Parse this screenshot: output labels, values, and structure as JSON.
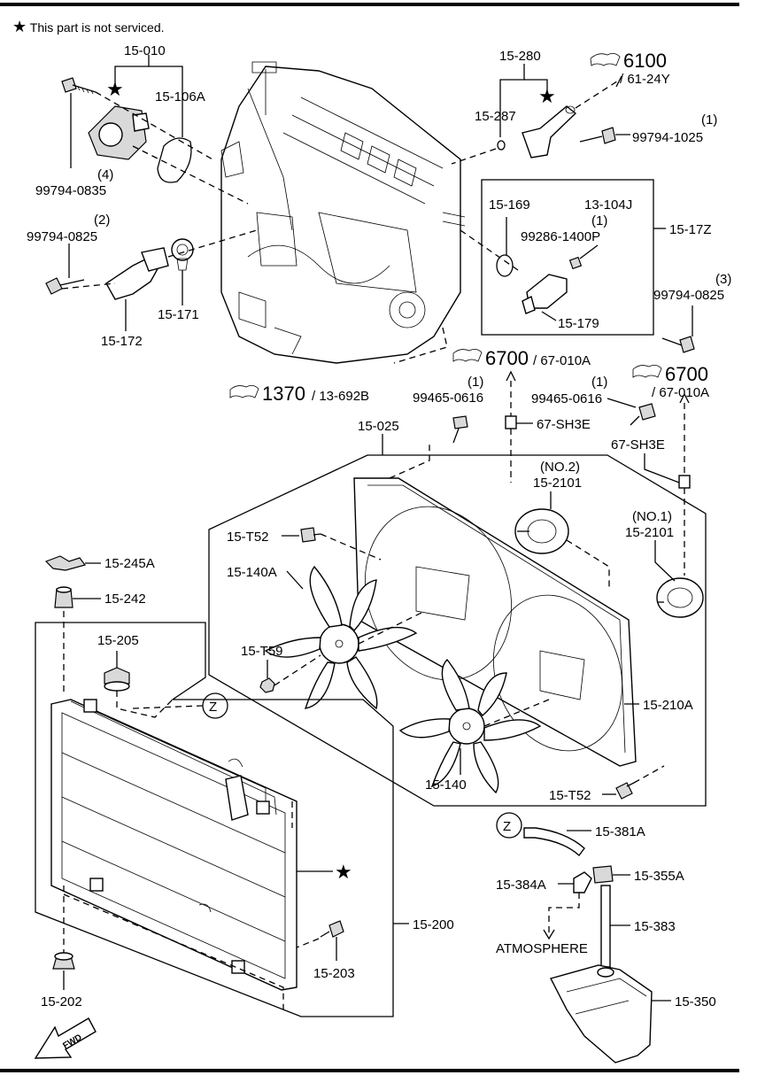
{
  "note": {
    "star": "★",
    "text": "This part is not serviced."
  },
  "labels": {
    "p15_010": "15-010",
    "p15_106A": "15-106A",
    "b99794_0835": "99794-0835",
    "b99794_0835_qty": "(4)",
    "p15_280": "15-280",
    "p15_287": "15-287",
    "ref6100_num": "6100",
    "ref6100_code": "/ 61-24Y",
    "b99794_1025_qty": "(1)",
    "b99794_1025": "99794-1025",
    "b99794_0825a_qty": "(2)",
    "b99794_0825a": "99794-0825",
    "p15_172": "15-172",
    "p15_171": "15-171",
    "p15_169": "15-169",
    "p13_104J": "13-104J",
    "b99286_qty": "(1)",
    "b99286": "99286-1400P",
    "p15_17Z": "15-17Z",
    "p15_179": "15-179",
    "b99794_0825b_qty": "(3)",
    "b99794_0825b": "99794-0825",
    "ref1370_num": "1370",
    "ref1370_code": "/ 13-692B",
    "b99465a_qty": "(1)",
    "b99465a": "99465-0616",
    "ref6700a_num": "6700",
    "ref6700a_code": "/ 67-010A",
    "ref6700b_num": "6700",
    "ref6700b_code": "/ 67-010A",
    "b99465b_qty": "(1)",
    "b99465b": "99465-0616",
    "p67_SH3E_a": "67-SH3E",
    "p67_SH3E_b": "67-SH3E",
    "p15_025": "15-025",
    "no2": "(NO.2)",
    "p15_2101_a": "15-2101",
    "no1": "(NO.1)",
    "p15_2101_b": "15-2101",
    "p15_T52_a": "15-T52",
    "p15_140A": "15-140A",
    "p15_245A": "15-245A",
    "p15_242": "15-242",
    "p15_205": "15-205",
    "p15_T59": "15-T59",
    "z1": "Z",
    "p15_210A": "15-210A",
    "p15_140": "15-140",
    "p15_T52_b": "15-T52",
    "z2": "Z",
    "p15_381A": "15-381A",
    "p15_384A": "15-384A",
    "p15_355A": "15-355A",
    "p15_383": "15-383",
    "atmosphere": "ATMOSPHERE",
    "p15_200": "15-200",
    "p15_203": "15-203",
    "p15_202": "15-202",
    "p15_350": "15-350",
    "fwd": "FWD",
    "star_radiator": "★",
    "star_15_010": "★",
    "star_15_280": "★"
  }
}
